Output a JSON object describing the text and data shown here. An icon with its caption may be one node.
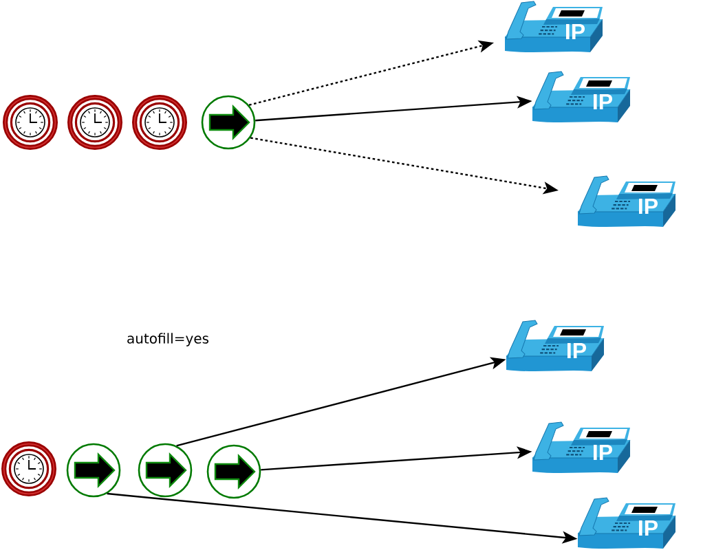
{
  "diagram": {
    "nodes": [
      {
        "text": [],
        "shape": "clock"
      },
      {
        "text": [],
        "shape": "clock"
      },
      {
        "text": [],
        "shape": "clock"
      },
      {
        "text": [],
        "shape": "circle"
      },
      {
        "text": [
          "IP"
        ]
      },
      {
        "text": [
          "IP"
        ]
      },
      {
        "text": [
          "IP"
        ]
      },
      {
        "text": [],
        "shape": "clock"
      },
      {
        "text": [],
        "shape": "circle"
      },
      {
        "text": [],
        "shape": "circle"
      },
      {
        "text": [],
        "shape": "circle"
      },
      {
        "text": [
          "IP"
        ]
      },
      {
        "text": [
          "IP"
        ]
      },
      {
        "text": [
          "IP"
        ]
      }
    ],
    "edges": [
      {
        "from": 3,
        "to": 4,
        "arrow": "to",
        "style": "dashed"
      },
      {
        "from": 3,
        "to": 5,
        "arrow": "to"
      },
      {
        "from": 3,
        "to": 6,
        "arrow": "to",
        "style": "dashed"
      },
      {
        "from": 9,
        "to": 11,
        "arrow": "to"
      },
      {
        "from": 10,
        "to": 12,
        "arrow": "to"
      },
      {
        "from": 8,
        "to": 13,
        "arrow": "to"
      }
    ],
    "labels": [
      "autofill=yes"
    ]
  }
}
